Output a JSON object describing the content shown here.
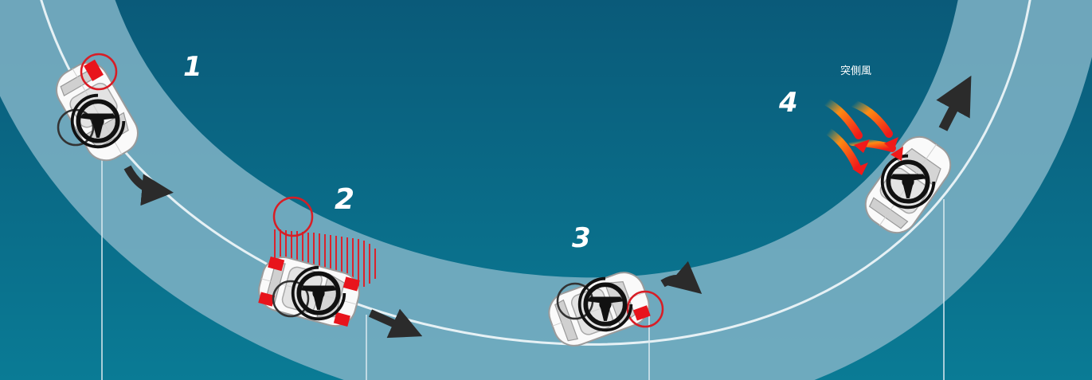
{
  "steps": [
    {
      "number": "1"
    },
    {
      "number": "2"
    },
    {
      "number": "3"
    },
    {
      "number": "4",
      "annotation": "突側風"
    }
  ],
  "colors": {
    "background_top": "#0a5f7f",
    "background_bottom": "#0a7c96",
    "road": "#7fb3c6",
    "road_center_line": "#e8f2f6",
    "brake_highlight": "#e8141c",
    "ring": "#d81d25",
    "arrow": "#2b2b2b",
    "wind": "#ff3b1f",
    "pointer_line": "#dceaf0"
  }
}
